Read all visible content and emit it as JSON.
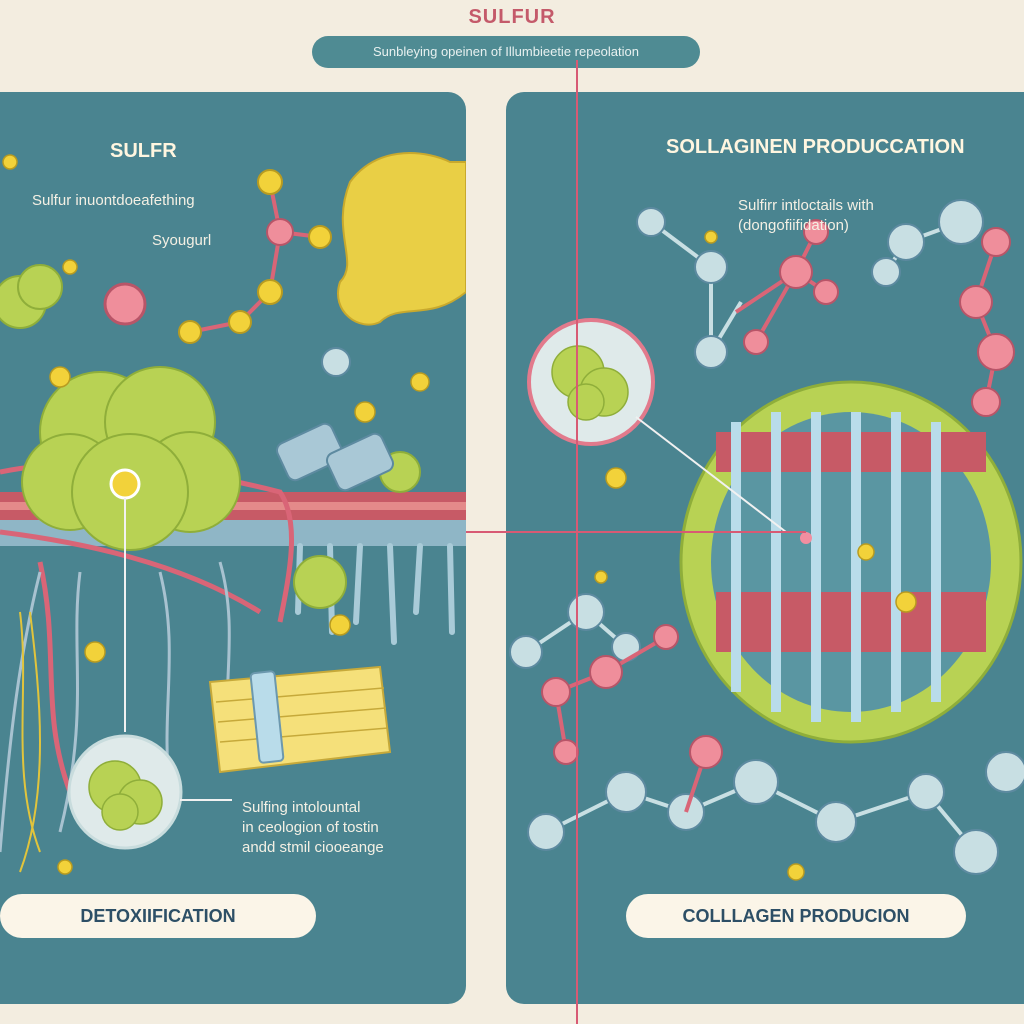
{
  "header": {
    "title": "SULFUR",
    "subtitle": "Sunbleying opeinen of Illumbieetie repeolation"
  },
  "left_panel": {
    "heading": "SULFR",
    "label_1": "Sulfur inuontdoeafething",
    "label_2": "Syougurl",
    "caption": "Sulfing intolountal\nin ceologion of tostin\nandd stmil ciooeange",
    "bottom_label": "DETOXIIFICATION"
  },
  "right_panel": {
    "heading": "SOLLAGINEN PRODUCCATION",
    "caption": "Sulfirr intloctails with\n(dongofiifidation)",
    "bottom_label": "COLLLAGEN PRODUCION"
  },
  "colors": {
    "panel": "#4a8490",
    "accent_red": "#d85a74",
    "molecule_blue": "#c8dfe3",
    "sulfur_yellow": "#f2d23a",
    "cluster_green": "#b8d254"
  }
}
